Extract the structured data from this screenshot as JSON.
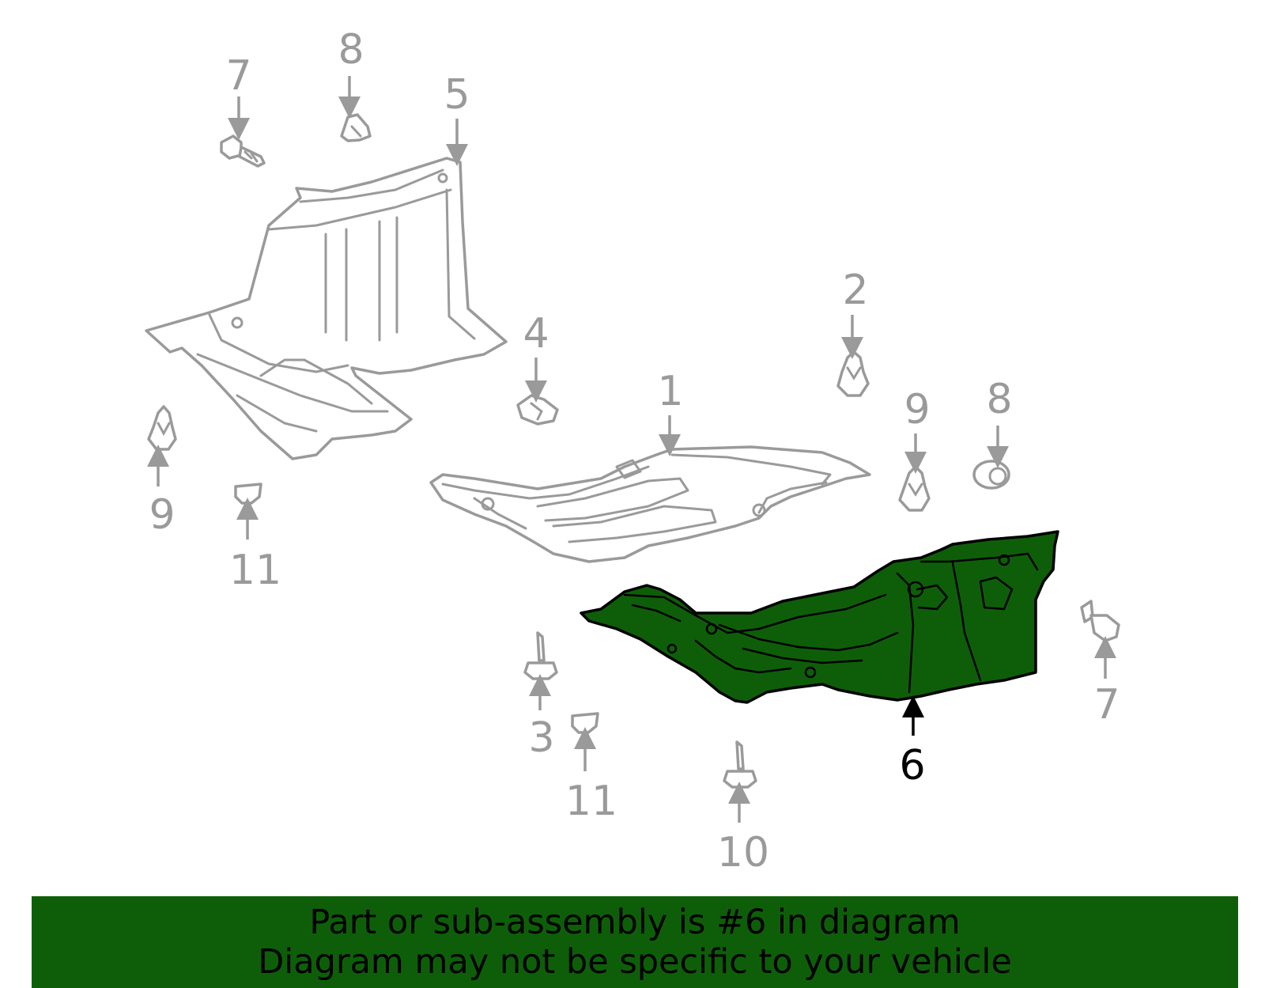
{
  "diagram": {
    "highlighted_part": "6",
    "colors": {
      "highlight_fill": "#0e5e09",
      "highlight_stroke": "#000000",
      "other_parts": "#9a9a9a",
      "callout_normal": "#9a9a9a",
      "callout_highlight": "#000000",
      "background": "#ffffff"
    },
    "callouts": [
      {
        "id": "c1",
        "label": "1"
      },
      {
        "id": "c2",
        "label": "2"
      },
      {
        "id": "c3",
        "label": "3"
      },
      {
        "id": "c4",
        "label": "4"
      },
      {
        "id": "c5",
        "label": "5"
      },
      {
        "id": "c6",
        "label": "6"
      },
      {
        "id": "c7a",
        "label": "7"
      },
      {
        "id": "c7b",
        "label": "7"
      },
      {
        "id": "c8a",
        "label": "8"
      },
      {
        "id": "c8b",
        "label": "8"
      },
      {
        "id": "c9a",
        "label": "9"
      },
      {
        "id": "c9b",
        "label": "9"
      },
      {
        "id": "c10",
        "label": "10"
      },
      {
        "id": "c11a",
        "label": "11"
      },
      {
        "id": "c11b",
        "label": "11"
      }
    ]
  },
  "banner": {
    "line1": "Part or sub-assembly is #6 in diagram",
    "line2": "Diagram may not be specific to your vehicle",
    "background": "#0e5e09",
    "text_color": "#000000"
  }
}
